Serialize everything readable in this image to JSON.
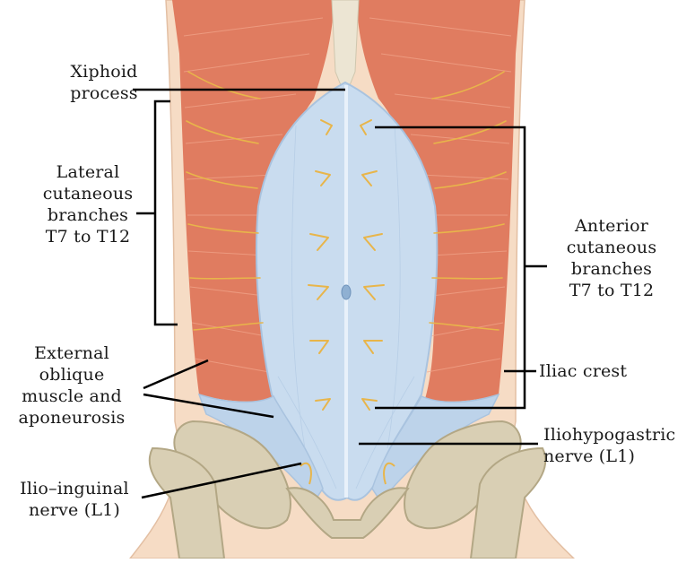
{
  "labels": {
    "xiphoid": [
      "Xiphoid",
      "process"
    ],
    "lateral": [
      "Lateral",
      "cutaneous",
      "branches",
      "T7 to T12"
    ],
    "anterior": [
      "Anterior",
      "cutaneous",
      "branches",
      "T7 to T12"
    ],
    "external": [
      "External",
      "oblique",
      "muscle and",
      "aponeurosis"
    ],
    "iliac": [
      "Iliac crest"
    ],
    "iliohypogastric": [
      "Iliohypogastric",
      "nerve (L1)"
    ],
    "ilioinguinal": [
      "Ilio–inguinal",
      "nerve (L1)"
    ]
  },
  "colors": {
    "skin": "#f6dcc5",
    "muscle": "#e07c60",
    "muscle_light": "#ee9f82",
    "fascia": "#c9dcef",
    "fascia_dark": "#a9c3df",
    "nerve": "#e8b54a",
    "bone": "#d9cfb4",
    "bone_dark": "#b3a785",
    "line": "#000000"
  }
}
